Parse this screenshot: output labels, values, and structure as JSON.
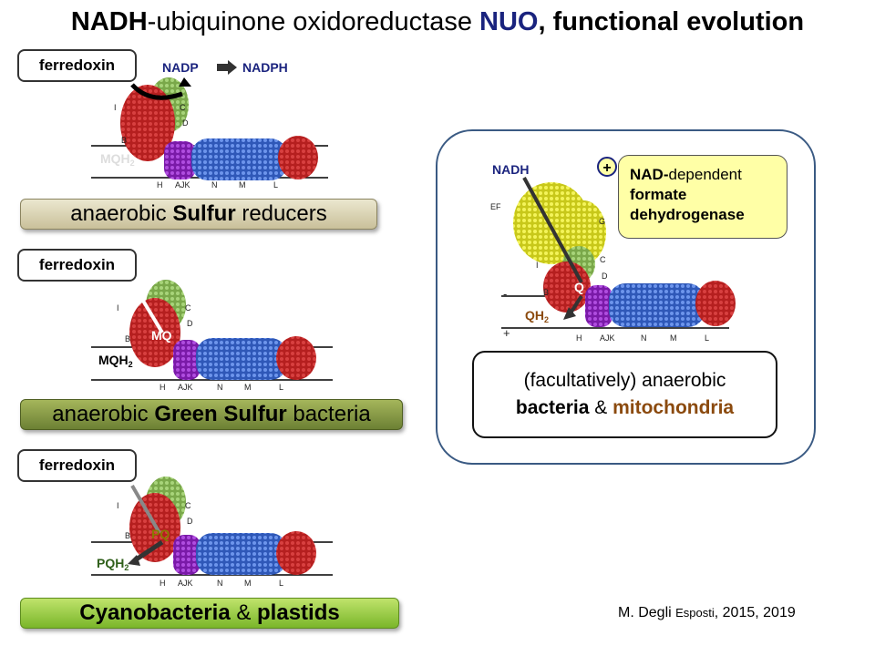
{
  "title": {
    "part1": "NADH",
    "part2": "-ubiquinone oxidoreductase ",
    "part3": "NUO",
    "part4": ", ",
    "part5": "functional evolution"
  },
  "panel1": {
    "ferredoxin": "ferredoxin",
    "nadp": "NADP",
    "nadph": "NADPH",
    "quinol": "MQH",
    "quinol_sub": "2",
    "subunits": {
      "I": "I",
      "C": "C",
      "D": "D",
      "B": "B",
      "H": "H",
      "AJK": "AJK",
      "N": "N",
      "M": "M",
      "L": "L"
    },
    "banner_pre": "anaerobic ",
    "banner_bold": "Sulfur",
    "banner_post": " reducers"
  },
  "panel2": {
    "ferredoxin": "ferredoxin",
    "quinone": "MQ",
    "quinol": "MQH",
    "quinol_sub": "2",
    "subunits": {
      "I": "I",
      "C": "C",
      "D": "D",
      "B": "B",
      "H": "H",
      "AJK": "AJK",
      "N": "N",
      "M": "M",
      "L": "L"
    },
    "banner_pre": "anaerobic ",
    "banner_bold": "Green Sulfur",
    "banner_post": " bacteria"
  },
  "panel3": {
    "ferredoxin": "ferredoxin",
    "quinone": "PQ",
    "quinol": "PQH",
    "quinol_sub": "2",
    "subunits": {
      "I": "I",
      "C": "C",
      "D": "D",
      "B": "B",
      "H": "H",
      "AJK": "AJK",
      "N": "N",
      "M": "M",
      "L": "L"
    },
    "banner_bold1": "Cyanobacteria",
    "banner_mid": " & ",
    "banner_bold2": "plastids"
  },
  "panel4": {
    "nadh": "NADH",
    "plus": "+",
    "box_bold1": "NAD-",
    "box_rest1": "dependent",
    "box_bold2": "formate",
    "box_bold3": "dehydrogenase",
    "q": "Q",
    "qh2": "QH",
    "qh2_sub": "2",
    "minus": "-",
    "plus_side": "+",
    "subunits": {
      "EF": "EF",
      "G": "G",
      "I": "I",
      "C": "C",
      "D": "D",
      "B": "B",
      "H": "H",
      "AJK": "AJK",
      "N": "N",
      "M": "M",
      "L": "L"
    },
    "inner_line1": "(facultatively) anaerobic",
    "inner_bold1": "bacteria",
    "inner_mid": " & ",
    "inner_bold2": "mitochondria"
  },
  "credit": {
    "name": "M. Degli ",
    "small": "Esposti",
    "years": ", 2015, 2019"
  },
  "colors": {
    "red": "#b51f1f",
    "green": "#8fbf5a",
    "purple": "#8a1fbf",
    "blue": "#3f6fd8",
    "yellow": "#e6e62a",
    "navy": "#1a237e",
    "brown": "#8b4a0e",
    "dark_green": "#2f5f1a"
  }
}
